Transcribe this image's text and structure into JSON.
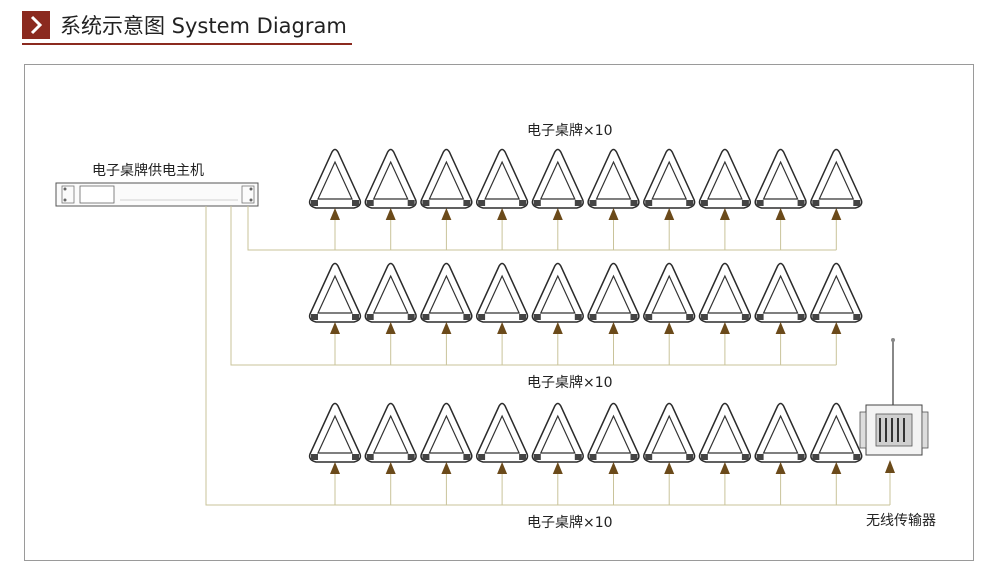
{
  "header": {
    "title": "系统示意图 System Diagram",
    "icon": "chevron-right-icon",
    "accent_color": "#8b2a1f"
  },
  "diagram": {
    "host_label": "电子桌牌供电主机",
    "rows": [
      {
        "label": "电子桌牌×10",
        "count": 10
      },
      {
        "label": "电子桌牌×10",
        "count": 10
      },
      {
        "label": "电子桌牌×10",
        "count": 10
      }
    ],
    "transmitter_label": "无线传输器",
    "line_color": "#c9c39a",
    "arrow_color": "#6b4a1a"
  }
}
